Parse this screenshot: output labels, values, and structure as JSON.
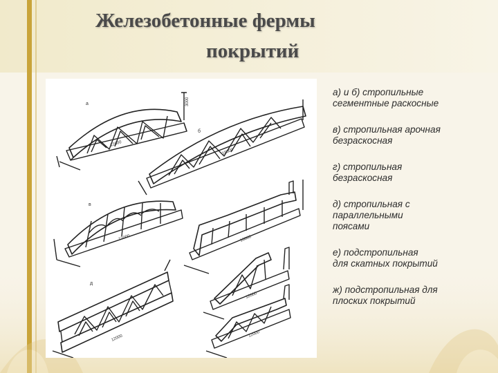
{
  "slide": {
    "title_line_1": "Железобетонные фермы",
    "title_line_2": "покрытий",
    "colors": {
      "background": "#f6f1e3",
      "header_band": "#efe7c6",
      "accent_bar": "#c9a43a",
      "title_text": "#4a4a4a"
    }
  },
  "captions": [
    {
      "line_1": "а) и б) стропильные",
      "line_2": "сегментные раскосные"
    },
    {
      "line_1": "в) стропильная арочная",
      "line_2": "безраскосная"
    },
    {
      "line_1": "г) стропильная",
      "line_2": "безраскосная"
    },
    {
      "line_1": "д) стропильная с",
      "line_2": "параллельными",
      "line_3": "поясами"
    },
    {
      "line_1": "е) подстропильная",
      "line_2": "для скатных покрытий"
    },
    {
      "line_1": "ж) подстропильная для",
      "line_2": "плоских покрытий"
    }
  ],
  "figure": {
    "label_a": "а",
    "label_b": "б",
    "label_v": "в",
    "label_d": "д",
    "dim_12000": "12000",
    "dim_18000": "18000",
    "dim_3000": "3000"
  }
}
